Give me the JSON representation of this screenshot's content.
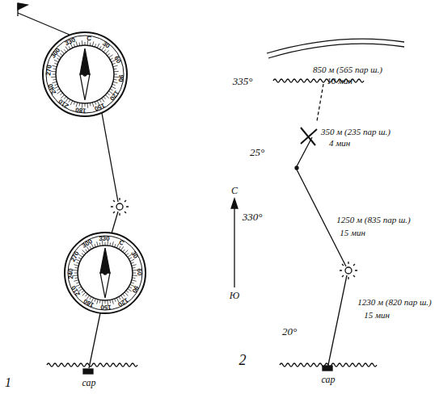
{
  "diagram": {
    "labels": [
      "1",
      "сар",
      "С",
      "30",
      "60",
      "90",
      "120",
      "150",
      "180",
      "210",
      "240",
      "270",
      "300",
      "330",
      "С",
      "30",
      "60",
      "90",
      "120",
      "150",
      "180",
      "210",
      "240",
      "270",
      "300",
      "330",
      "335°",
      "850 м (565 пар ш.)",
      "10 мин",
      "25°",
      "350 м (235 пар ш.)",
      "4 мин",
      "330°",
      "1250 м (835 пар ш.)",
      "15 мин",
      "20°",
      "1230 м (820 пар ш.)",
      "15 мин",
      "С",
      "Ю",
      "2",
      "сар"
    ]
  }
}
